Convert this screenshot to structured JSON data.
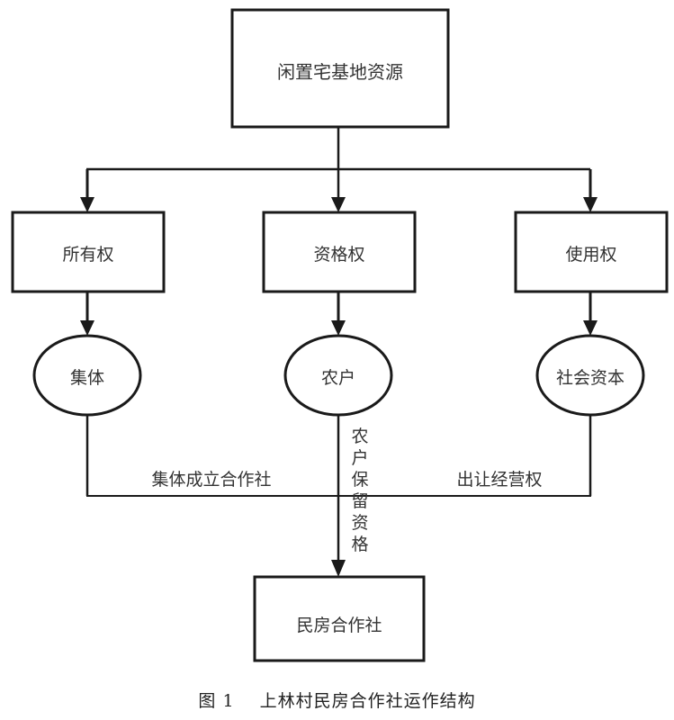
{
  "diagram": {
    "nodes": {
      "root": {
        "label": "闲置宅基地资源",
        "shape": "rectangle"
      },
      "ownership": {
        "label": "所有权",
        "shape": "rectangle"
      },
      "qualification": {
        "label": "资格权",
        "shape": "rectangle"
      },
      "usage": {
        "label": "使用权",
        "shape": "rectangle"
      },
      "collective": {
        "label": "集体",
        "shape": "ellipse"
      },
      "farmer": {
        "label": "农户",
        "shape": "ellipse"
      },
      "social_capital": {
        "label": "社会资本",
        "shape": "ellipse"
      },
      "cooperative": {
        "label": "民房合作社",
        "shape": "rectangle"
      }
    },
    "edges": [
      {
        "from": "root",
        "to": "ownership",
        "label": ""
      },
      {
        "from": "root",
        "to": "qualification",
        "label": ""
      },
      {
        "from": "root",
        "to": "usage",
        "label": ""
      },
      {
        "from": "ownership",
        "to": "collective",
        "label": ""
      },
      {
        "from": "qualification",
        "to": "farmer",
        "label": ""
      },
      {
        "from": "usage",
        "to": "social_capital",
        "label": ""
      },
      {
        "from": "collective",
        "to": "cooperative",
        "label": "集体成立合作社"
      },
      {
        "from": "farmer",
        "to": "cooperative",
        "label": "农户保留资格"
      },
      {
        "from": "social_capital",
        "to": "cooperative",
        "label": "出让经营权"
      }
    ],
    "vertical_label_chars": [
      "农",
      "户",
      "保",
      "留",
      "资",
      "格"
    ]
  },
  "caption": {
    "number": "图 1",
    "title": "上林村民房合作社运作结构"
  }
}
